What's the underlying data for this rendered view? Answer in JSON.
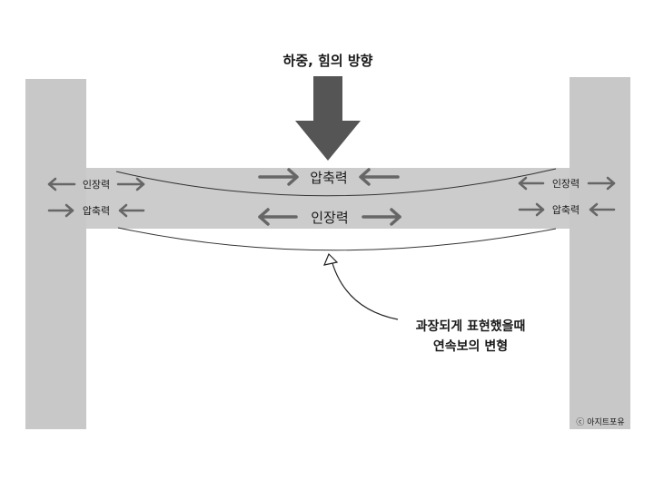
{
  "load_label": "하중, 힘의 방향",
  "beam": {
    "top_center_label": "압축력",
    "bottom_center_label": "인장력"
  },
  "left_support": {
    "top_label": "인장력",
    "bottom_label": "압축력"
  },
  "right_support": {
    "top_label": "인장력",
    "bottom_label": "압축력"
  },
  "deformation_note": {
    "line1": "과장되게 표현했을때",
    "line2": "연속보의 변형"
  },
  "credit": "ⓒ 아지트포유",
  "colors": {
    "column": "#c8c8c8",
    "beam": "#cccccc",
    "arrow": "#666666",
    "load_arrow": "#555555",
    "line": "#333333"
  }
}
